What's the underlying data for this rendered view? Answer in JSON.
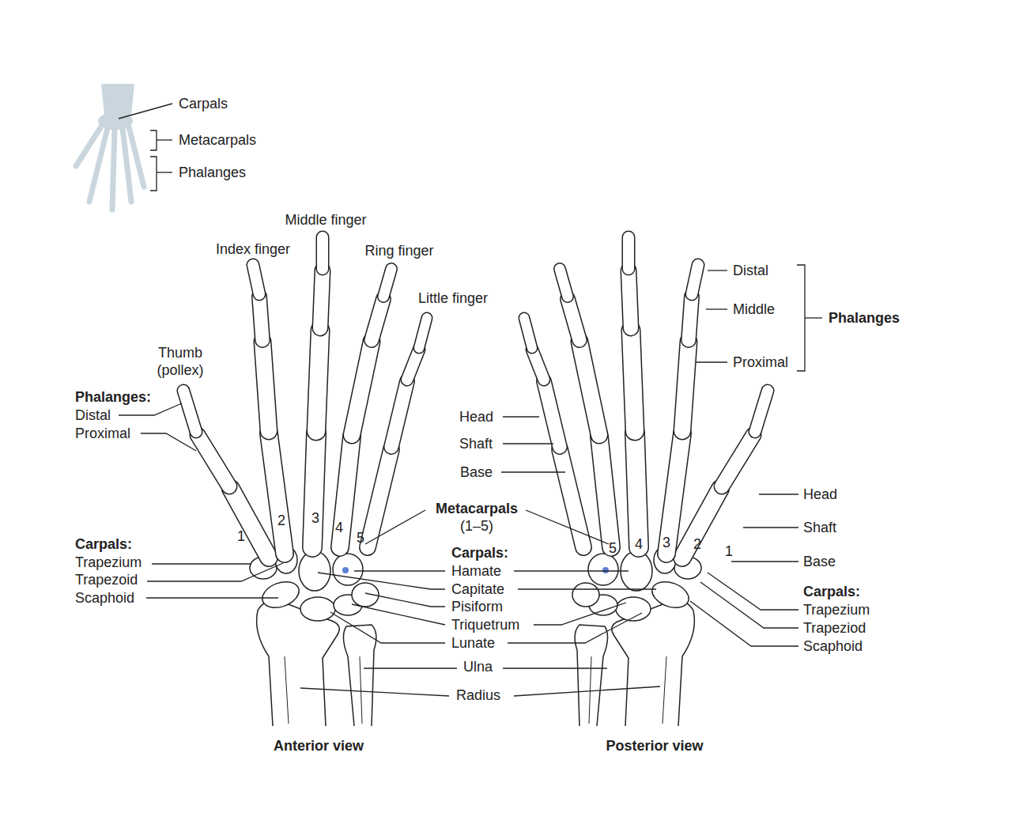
{
  "diagram": {
    "labels": [
      "Carpals",
      "Metacarpals",
      "Phalanges",
      "Middle finger",
      "Index finger",
      "Ring finger",
      "Little finger",
      "Thumb (pollex)",
      "Phalanges:",
      "Distal",
      "Proximal",
      "Distal",
      "Middle",
      "Proximal",
      "Phalanges",
      "Head",
      "Shaft",
      "Base",
      "Head",
      "Shaft",
      "Base",
      "1",
      "2",
      "3",
      "4",
      "5",
      "Metacarpals",
      "(1–5)",
      "Carpals:",
      "Trapezium",
      "Trapezoid",
      "Scaphoid",
      "Carpals:",
      "Hamate",
      "Capitate",
      "Pisiform",
      "Triquetrum",
      "Lunate",
      "Ulna",
      "Radius",
      "5",
      "4",
      "3",
      "2",
      "1",
      "Carpals:",
      "Trapezium",
      "Trapeziod",
      "Scaphoid",
      "Anterior view",
      "Posterior view"
    ]
  }
}
